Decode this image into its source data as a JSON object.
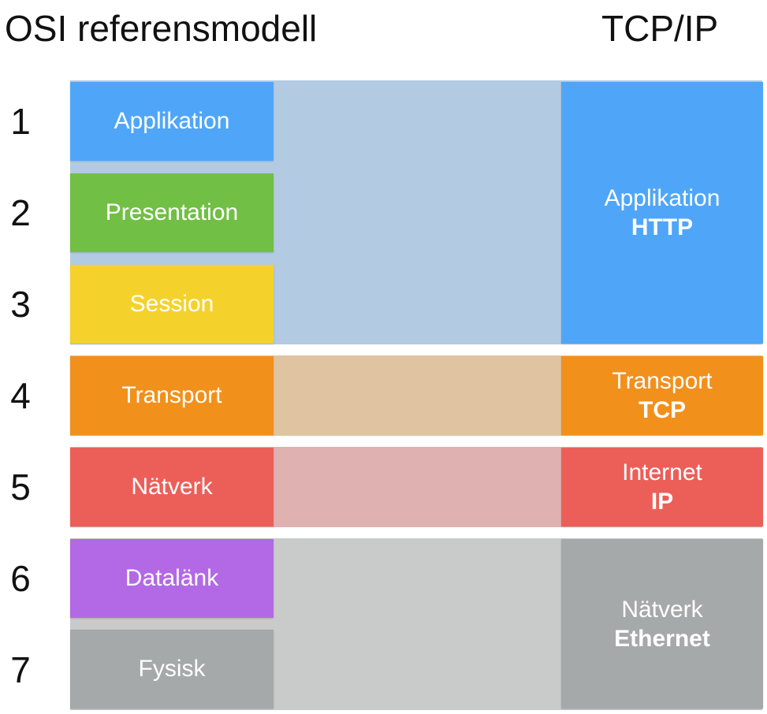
{
  "headings": {
    "osi": "OSI referensmodell",
    "tcpip": "TCP/IP"
  },
  "osi_layers": [
    {
      "number": "1",
      "label": "Applikation",
      "color": "#4fa6f8"
    },
    {
      "number": "2",
      "label": "Presentation",
      "color": "#71bf44"
    },
    {
      "number": "3",
      "label": "Session",
      "color": "#f5d22b"
    },
    {
      "number": "4",
      "label": "Transport",
      "color": "#f2901c"
    },
    {
      "number": "5",
      "label": "Nätverk",
      "color": "#ec5f59"
    },
    {
      "number": "6",
      "label": "Datalänk",
      "color": "#b369e5"
    },
    {
      "number": "7",
      "label": "Fysisk",
      "color": "#a6a9a9"
    }
  ],
  "tcpip_layers": [
    {
      "label": "Applikation",
      "protocol": "HTTP",
      "color": "#4fa6f8",
      "band_color": "#b2cbe2"
    },
    {
      "label": "Transport",
      "protocol": "TCP",
      "color": "#f2901c",
      "band_color": "#e0c4a2"
    },
    {
      "label": "Internet",
      "protocol": "IP",
      "color": "#ec5f59",
      "band_color": "#e0b1b1"
    },
    {
      "label": "Nätverk",
      "protocol": "Ethernet",
      "color": "#a6a9a9",
      "band_color": "#c9caca"
    }
  ]
}
